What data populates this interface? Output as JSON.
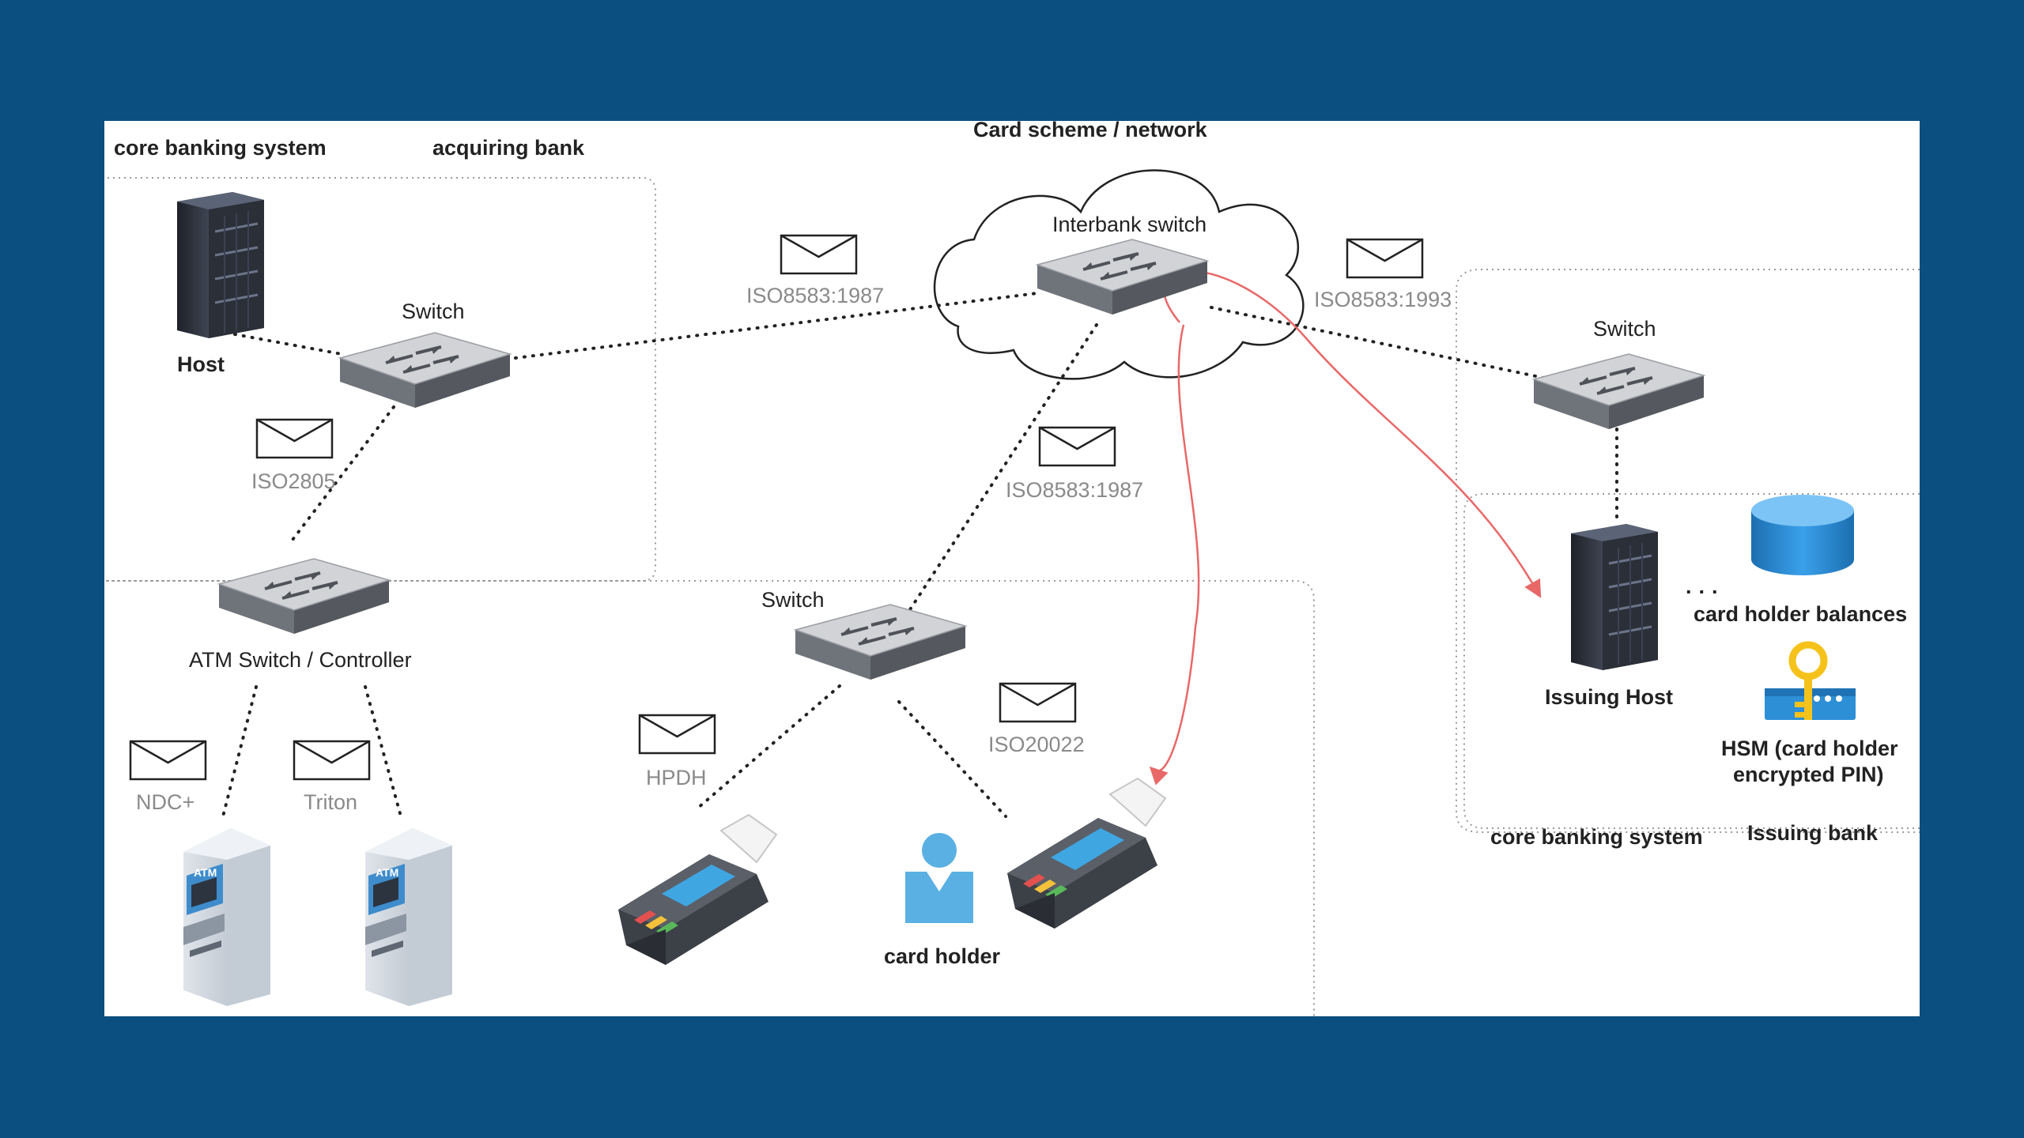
{
  "colors": {
    "background": "#0a4f80",
    "canvas": "#ffffff",
    "arrow": "#e86868",
    "dotted_link": "#222222",
    "region_border": "#9a9a9a",
    "switch_face": "#d2d3d6",
    "person": "#5ab0e3",
    "database": "#2d8fd6",
    "hsm_key": "#f5c21b"
  },
  "regions": {
    "acquiring_core_label": "core banking system",
    "acquiring_bank_label": "acquiring bank",
    "card_scheme_label": "Card scheme / network",
    "issuing_core_label": "core banking system",
    "issuing_bank_label": "Issuing bank"
  },
  "nodes": {
    "host": {
      "label": "Host",
      "icon": "server-icon"
    },
    "acq_switch": {
      "label": "Switch",
      "icon": "switch-icon"
    },
    "interbank_switch": {
      "label": "Interbank switch",
      "icon": "switch-icon"
    },
    "atm_switch": {
      "label": "ATM Switch / Controller",
      "icon": "switch-icon"
    },
    "pos_switch": {
      "label": "Switch",
      "icon": "switch-icon"
    },
    "issuing_switch": {
      "label": "Switch",
      "icon": "switch-icon"
    },
    "issuing_host": {
      "label": "Issuing Host",
      "icon": "server-icon"
    },
    "balances_db": {
      "label": "card holder balances",
      "icon": "database-icon"
    },
    "hsm": {
      "label_line1": "HSM (card holder",
      "label_line2": "encrypted PIN)",
      "icon": "key-icon"
    },
    "card_holder": {
      "label": "card holder",
      "icon": "person-icon"
    },
    "atm_screen_text": "ATM"
  },
  "messages": {
    "iso8583_1987_top": "ISO8583:1987",
    "iso8583_1993": "ISO8583:1993",
    "iso2805": "ISO2805",
    "iso8583_1987_mid": "ISO8583:1987",
    "ndc": "NDC+",
    "triton": "Triton",
    "hpdh": "HPDH",
    "iso20022": "ISO20022"
  },
  "issuing_ellipsis": "· · ·"
}
